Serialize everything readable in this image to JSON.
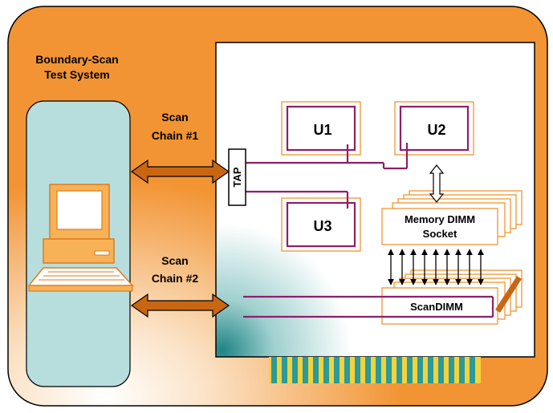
{
  "colors": {
    "frame_orange": "#F29433",
    "board_white": "#FFFFFF",
    "teal": "#B7DEDD",
    "trace": "#8E1F6B",
    "arrow_fill": "#C96612",
    "edge_yellow": "#F4D23C",
    "edge_teal": "#2A9A9A"
  },
  "system_title_line1": "Boundary-Scan",
  "system_title_line2": "Test System",
  "chain1_line1": "Scan",
  "chain1_line2": "Chain #1",
  "chain2_line1": "Scan",
  "chain2_line2": "Chain #2",
  "tap_label": "TAP",
  "u1_label": "U1",
  "u2_label": "U2",
  "u3_label": "U3",
  "memory_line1": "Memory DIMM",
  "memory_line2": "Socket",
  "scandimm_label": "ScanDIMM"
}
